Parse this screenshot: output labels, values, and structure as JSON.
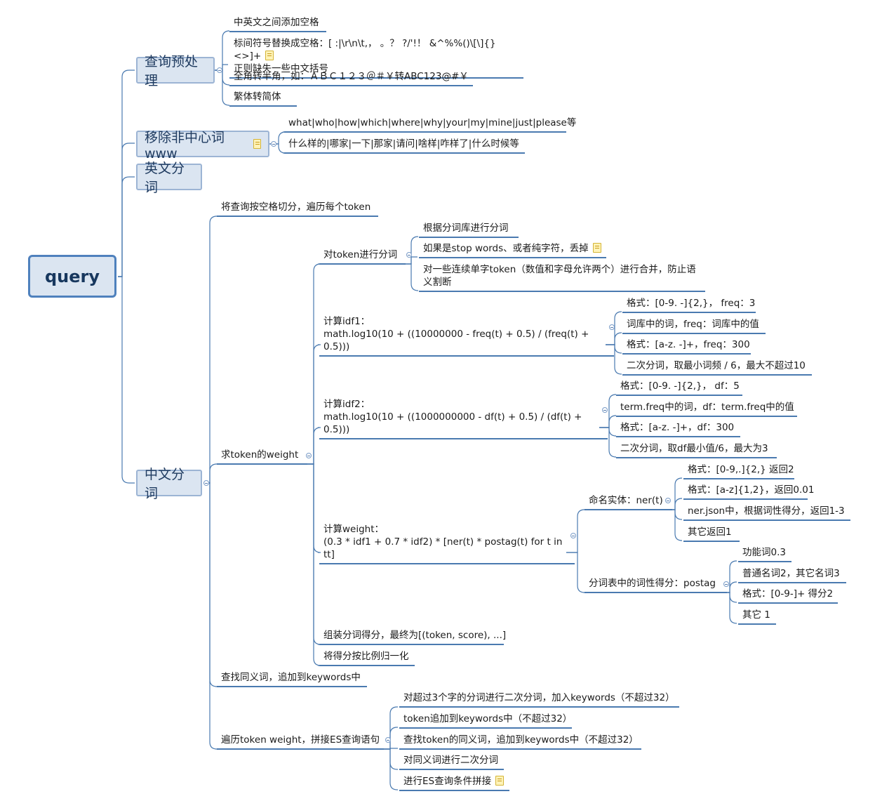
{
  "root": {
    "label": "query"
  },
  "topics": {
    "preprocess": {
      "label": "查询预处理"
    },
    "remove": {
      "label": "移除非中心词www"
    },
    "en_seg": {
      "label": "英文分词"
    },
    "cn_seg": {
      "label": "中文分词"
    }
  },
  "pre": {
    "n1": "中英文之间添加空格",
    "n2a": "标间符号替换成空格：[ :|\\r\\n\\t,， 。？ ?/'!！ &^%%()\\[\\]{}<>]+",
    "n2b": "正则缺失一些中文括号",
    "n3": "全角转半角，如：ＡＢＣ１２３＠＃￥转ABC123@#￥",
    "n4": "繁体转简体"
  },
  "rm": {
    "n1": "what|who|how|which|where|why|your|my|mine|just|please等",
    "n2": "什么样的|哪家|一下|那家|请问|啥样|咋样了|什么时候等"
  },
  "cn": {
    "split": "将查询按空格切分，遍历每个token",
    "weight": "求token的weight",
    "synonym": "查找同义词，追加到keywords中",
    "traverse": "遍历token weight，拼接ES查询语句"
  },
  "seg": {
    "label": "对token进行分词",
    "c1": "根据分词库进行分词",
    "c2": "如果是stop words、或者纯字符，丢掉",
    "c3a": "对一些连续单字token（数值和字母允许两个）进行合并，防止语",
    "c3b": "义割断"
  },
  "idf1": {
    "l1": "计算idf1：",
    "l2": "math.log10(10 + ((10000000 - freq(t) + 0.5) / (freq(t) + 0.5)))",
    "c1": "格式：[0-9. -]{2,}，  freq：3",
    "c2": "词库中的词，freq：词库中的值",
    "c3": "格式：[a-z. -]+，freq：300",
    "c4": "二次分词，取最小词频 / 6，最大不超过10"
  },
  "idf2": {
    "l1": "计算idf2：",
    "l2": "math.log10(10 + ((1000000000 - df(t) + 0.5) / (df(t) + 0.5)))",
    "c1": "格式：[0-9. -]{2,}，  df：5",
    "c2": "term.freq中的词，df：term.freq中的值",
    "c3": "格式：[a-z. -]+，df：300",
    "c4": "二次分词，取df最小值/6，最大为3"
  },
  "w": {
    "l1": "计算weight：",
    "l2": "(0.3 * idf1 + 0.7 * idf2) * [ner(t) * postag(t) for t in tt]",
    "ner": "命名实体：ner(t)",
    "ner1": "格式：[0-9,.]{2,} 返回2",
    "ner2": "格式：[a-z]{1,2}，返回0.01",
    "ner3": "ner.json中，根据词性得分，返回1-3",
    "ner4": "其它返回1",
    "pos": "分词表中的词性得分：postag",
    "pos1": "功能词0.3",
    "pos2": "普通名词2，其它名词3",
    "pos3": "格式：[0-9-]+ 得分2",
    "pos4": "其它 1"
  },
  "assemble": "组装分词得分，最终为[(token, score), ...]",
  "normalize": "将得分按比例归一化",
  "trav": {
    "c1": "对超过3个字的分词进行二次分词，加入keywords（不超过32）",
    "c2": "token追加到keywords中（不超过32）",
    "c3": "查找token的同义词，追加到keywords中（不超过32）",
    "c4": "对同义词进行二次分词",
    "c5": "进行ES查询条件拼接"
  },
  "colors": {
    "line": "#4a7ab0",
    "topic_fill": "#dbe5f1",
    "root_border": "#4f81bd",
    "root_text": "#17375e"
  },
  "icons": [
    "note-icon",
    "collapse-toggle-icon"
  ]
}
